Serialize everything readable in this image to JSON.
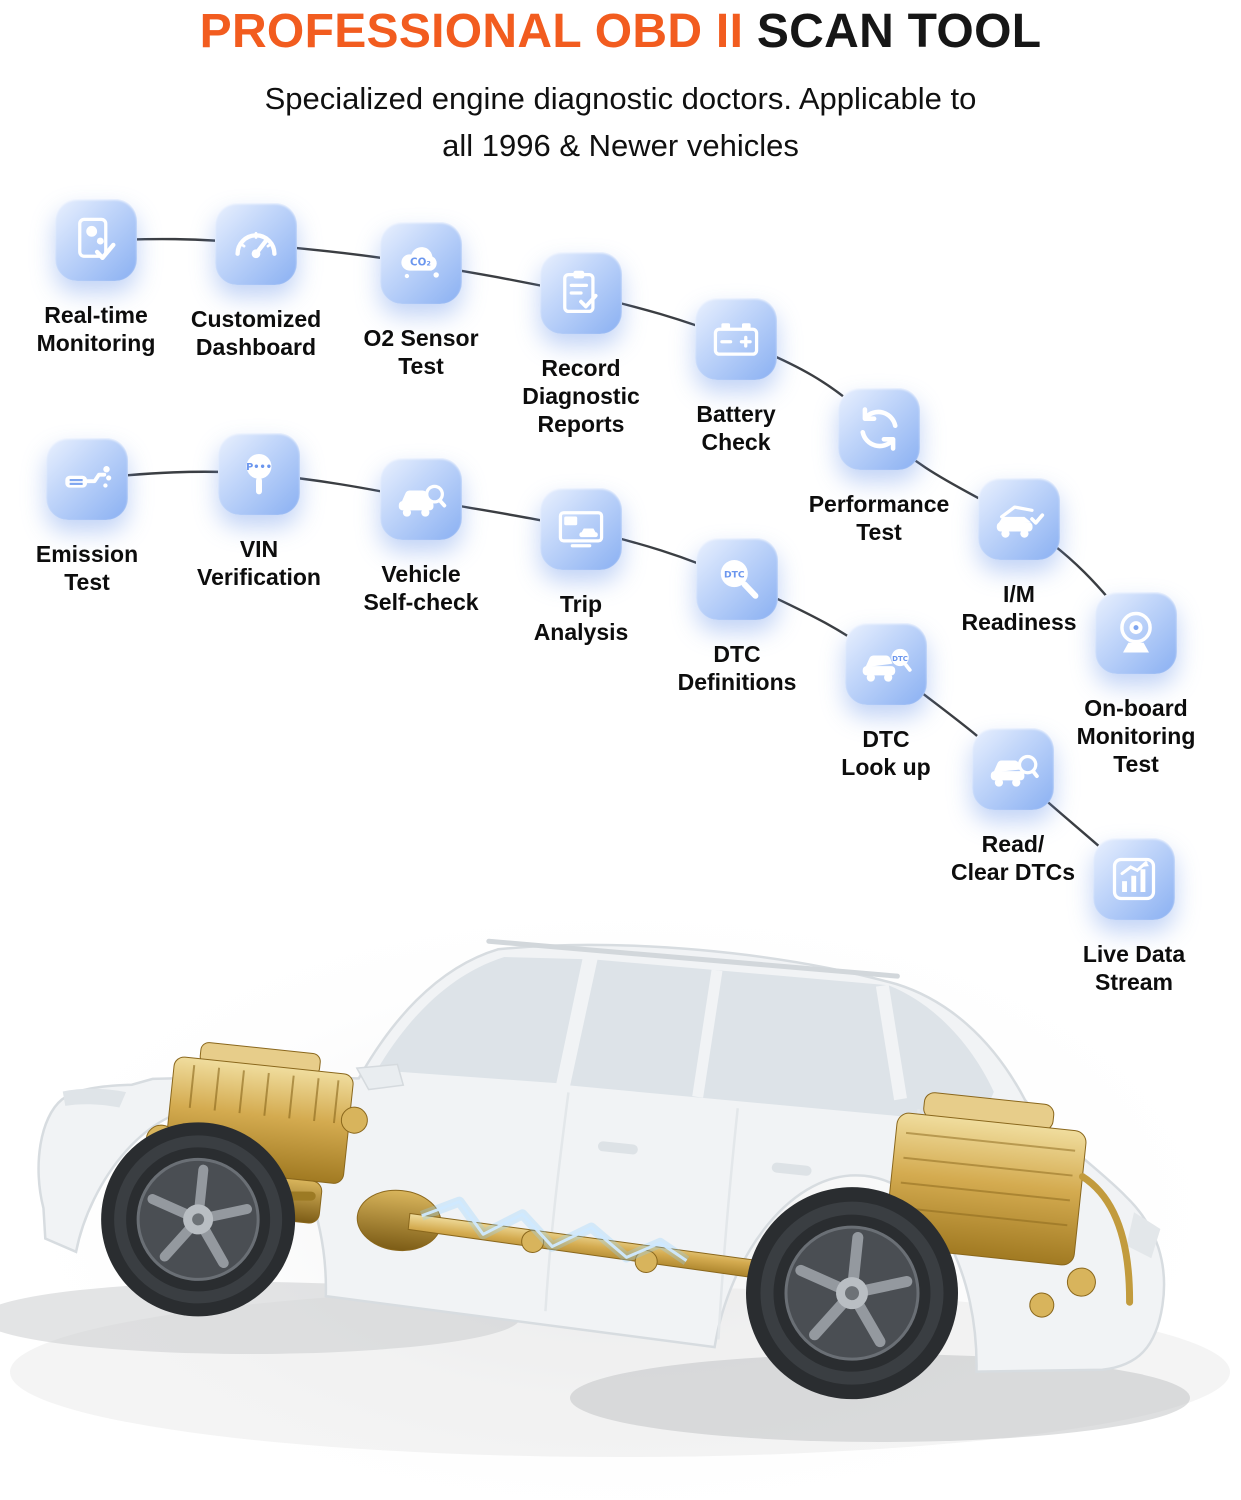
{
  "header": {
    "title_highlight": "PROFESSIONAL OBD II",
    "title_rest": " SCAN TOOL",
    "subtitle": "Specialized engine diagnostic doctors. Applicable to\nall 1996 & Newer vehicles"
  },
  "colors": {
    "accent_orange": "#f25c1f",
    "title_dark": "#161616",
    "icon_blue_light": "#c3d7fa",
    "icon_blue_deep": "#8ab0f2",
    "connector_gray": "#3b3e42",
    "chassis_gold": "#c9a344",
    "spark_blue": "#8fd0ff"
  },
  "features": [
    {
      "label": "Real-time\nMonitoring",
      "icon": "realtime-monitoring-icon"
    },
    {
      "label": "Customized\nDashboard",
      "icon": "dashboard-gauge-icon"
    },
    {
      "label": "O2 Sensor\nTest",
      "icon": "co2-cloud-icon"
    },
    {
      "label": "Record\nDiagnostic\nReports",
      "icon": "diagnostic-report-icon"
    },
    {
      "label": "Battery\nCheck",
      "icon": "battery-icon"
    },
    {
      "label": "Performance\nTest",
      "icon": "sync-arrows-icon"
    },
    {
      "label": "Emission\nTest",
      "icon": "exhaust-pipe-icon"
    },
    {
      "label": "VIN\nVerification",
      "icon": "vin-magnifier-icon"
    },
    {
      "label": "Vehicle\nSelf-check",
      "icon": "car-magnifier-icon"
    },
    {
      "label": "Trip\nAnalysis",
      "icon": "trip-monitor-icon"
    },
    {
      "label": "DTC\nDefinitions",
      "icon": "dtc-magnifier-icon"
    },
    {
      "label": "DTC\nLook up",
      "icon": "dtc-car-magnifier-icon"
    },
    {
      "label": "I/M\nReadiness",
      "icon": "im-readiness-car-icon"
    },
    {
      "label": "On-board\nMonitoring\nTest",
      "icon": "webcam-icon"
    },
    {
      "label": "Read/\nClear DTCs",
      "icon": "read-clear-dtc-icon"
    },
    {
      "label": "Live Data\nStream",
      "icon": "live-data-chart-icon"
    }
  ]
}
